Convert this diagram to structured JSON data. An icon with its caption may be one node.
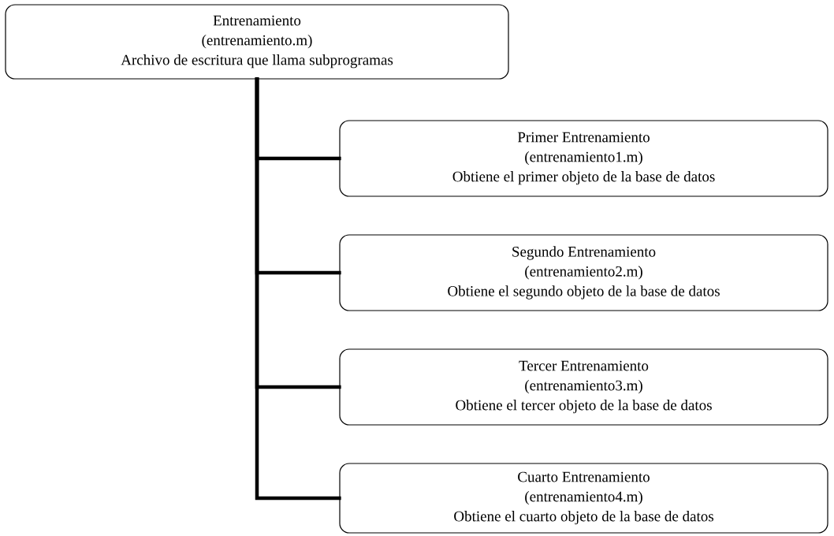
{
  "diagram": {
    "nodes": [
      {
        "text": [
          "Entrenamiento",
          "(entrenamiento.m)",
          "Archivo de escritura que llama subprogramas"
        ]
      },
      {
        "text": [
          "Primer Entrenamiento",
          "(entrenamiento1.m)",
          "Obtiene el primer objeto de la base de datos"
        ]
      },
      {
        "text": [
          "Segundo Entrenamiento",
          "(entrenamiento2.m)",
          "Obtiene el segundo objeto de la base de datos"
        ]
      },
      {
        "text": [
          "Tercer Entrenamiento",
          "(entrenamiento3.m)",
          "Obtiene el tercer objeto de la base de datos"
        ]
      },
      {
        "text": [
          "Cuarto Entrenamiento",
          "(entrenamiento4.m)",
          "Obtiene el cuarto objeto de la base de datos"
        ]
      }
    ],
    "edges": [
      {
        "from": 0,
        "to": 1,
        "arrow": "none"
      },
      {
        "from": 0,
        "to": 2,
        "arrow": "none"
      },
      {
        "from": 0,
        "to": 3,
        "arrow": "none"
      },
      {
        "from": 0,
        "to": 4,
        "arrow": "none"
      }
    ]
  }
}
